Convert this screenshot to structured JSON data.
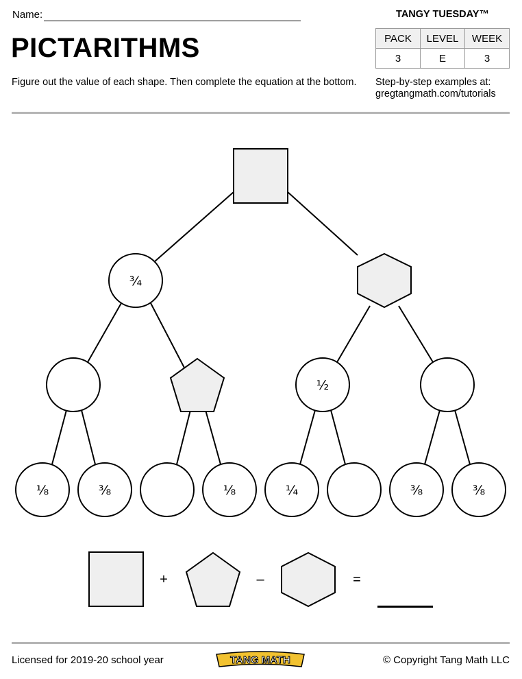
{
  "header": {
    "name_label": "Name:",
    "title": "PICTARITHMS",
    "instructions": "Figure out the value of each shape. Then complete the equation at the bottom.",
    "brand": "TANGY TUESDAY™",
    "info_table": {
      "headers": [
        "PACK",
        "LEVEL",
        "WEEK"
      ],
      "values": [
        "3",
        "E",
        "3"
      ]
    },
    "tutorial_line1": "Step-by-step examples at:",
    "tutorial_line2": "gregtangmath.com/tutorials"
  },
  "tree": {
    "root": {
      "shape": "square",
      "label": ""
    },
    "level1": [
      {
        "shape": "circle",
        "label": "¾"
      },
      {
        "shape": "hexagon",
        "label": ""
      }
    ],
    "level2": [
      {
        "shape": "circle",
        "label": ""
      },
      {
        "shape": "pentagon",
        "label": ""
      },
      {
        "shape": "circle",
        "label": "½"
      },
      {
        "shape": "circle",
        "label": ""
      }
    ],
    "level3": [
      {
        "shape": "circle",
        "label": "⅛"
      },
      {
        "shape": "circle",
        "label": "⅜"
      },
      {
        "shape": "circle",
        "label": ""
      },
      {
        "shape": "circle",
        "label": "⅛"
      },
      {
        "shape": "circle",
        "label": "¼"
      },
      {
        "shape": "circle",
        "label": ""
      },
      {
        "shape": "circle",
        "label": "⅜"
      },
      {
        "shape": "circle",
        "label": "⅜"
      }
    ]
  },
  "equation": {
    "terms": [
      "square",
      "pentagon",
      "hexagon"
    ],
    "op1": "+",
    "op2": "–",
    "equals": "=",
    "answer": ""
  },
  "footer": {
    "license": "Licensed for 2019-20 school year",
    "logo_text": "TANG MATH",
    "copyright": "© Copyright Tang Math LLC"
  },
  "colors": {
    "shape_fill": "#efefef",
    "logo_fill": "#f2c230",
    "rule": "#b5b5b5"
  }
}
